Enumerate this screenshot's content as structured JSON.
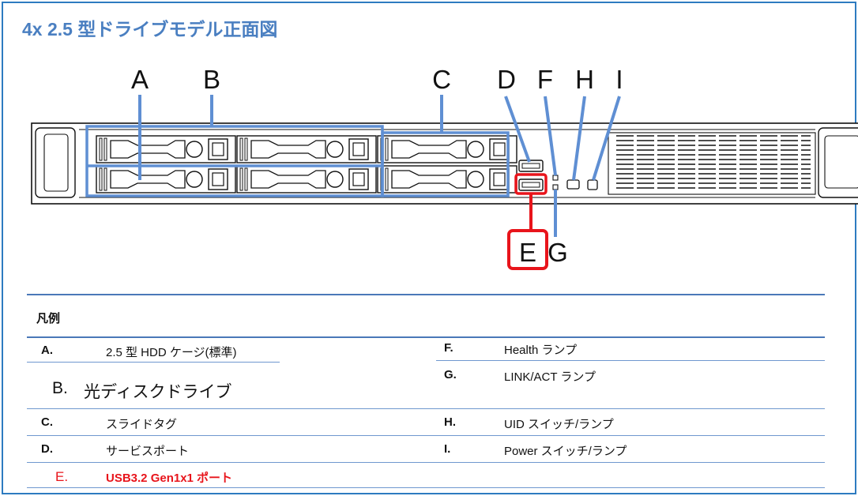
{
  "title": "4x 2.5 型ドライブモデル正面図",
  "callouts": {
    "A": "A",
    "B": "B",
    "C": "C",
    "D": "D",
    "E": "E",
    "F": "F",
    "G": "G",
    "H": "H",
    "I": "I"
  },
  "legend": {
    "title": "凡例",
    "left": [
      {
        "key": "A.",
        "label": "2.5 型 HDD ケージ(標準)"
      },
      {
        "key": "B.",
        "label": "光ディスクドライブ"
      },
      {
        "key": "C.",
        "label": "スライドタグ"
      },
      {
        "key": "D.",
        "label": "サービスポート"
      },
      {
        "key": "E.",
        "label": "USB3.2 Gen1x1 ポート"
      }
    ],
    "right": [
      {
        "key": "F.",
        "label": "Health ランプ"
      },
      {
        "key": "G.",
        "label": "LINK/ACT ランプ"
      },
      {
        "key": "H.",
        "label": "UID スイッチ/ランプ"
      },
      {
        "key": "I.",
        "label": "Power スイッチ/ランプ"
      }
    ]
  },
  "colors": {
    "frame": "#2e7bc0",
    "title": "#4a7fc1",
    "callout_box": "#5f8fd3",
    "highlight": "#e8141b"
  }
}
